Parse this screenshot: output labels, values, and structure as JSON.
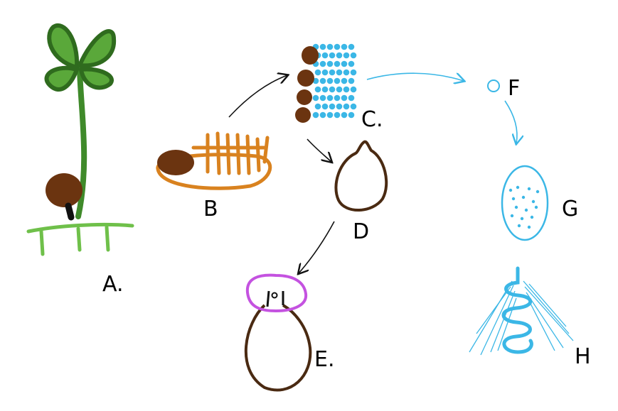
{
  "labels": {
    "a": "A.",
    "b": "B",
    "c": "C.",
    "d": "D",
    "e": "E.",
    "f": "F",
    "g": "G",
    "h": "H"
  },
  "colors": {
    "leaf_fill": "#5aa83a",
    "leaf_stroke": "#2f6b1e",
    "stem": "#3f8a2a",
    "ground": "#6fc04a",
    "seed_brown": "#6b3410",
    "orange": "#d9821f",
    "cyan": "#3bb7e6",
    "dark_brown": "#4a2a12",
    "magenta": "#c452e0",
    "ink": "#111111"
  }
}
